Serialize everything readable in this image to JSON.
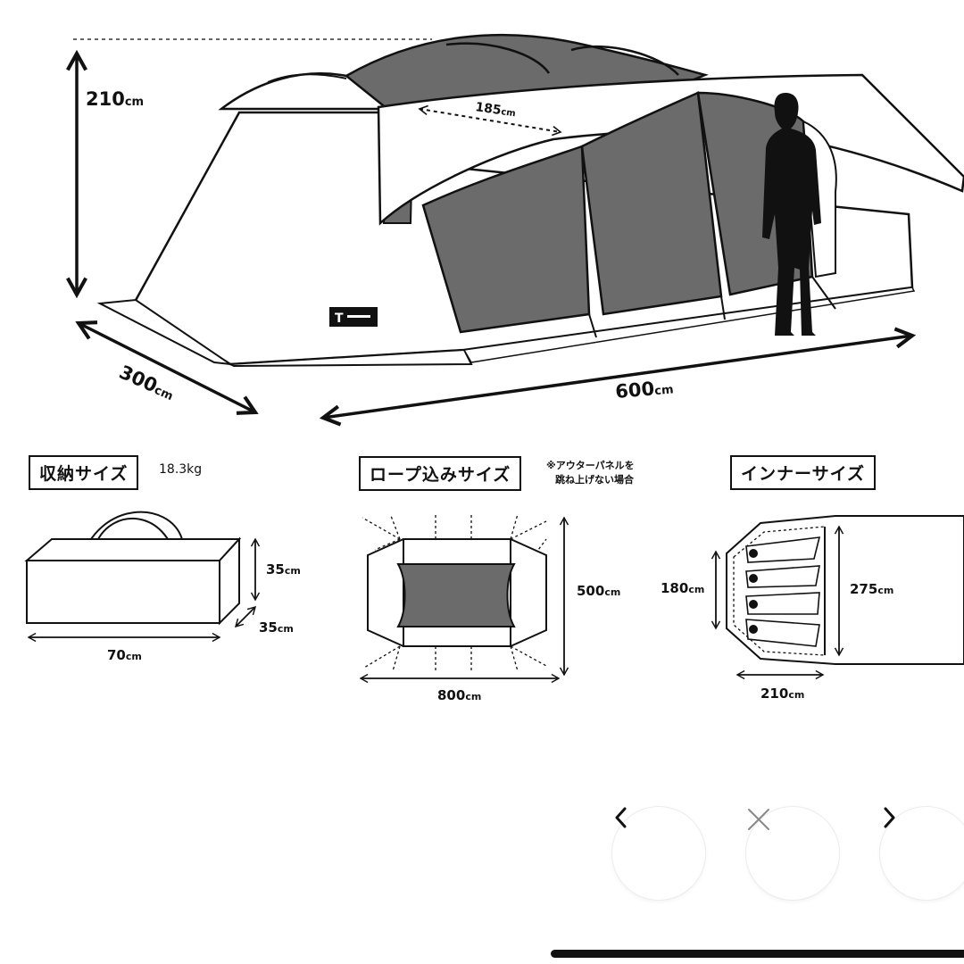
{
  "tent": {
    "height_label": "210",
    "depth_label": "300",
    "length_label": "600",
    "span_label": "185",
    "unit": "cm"
  },
  "storage": {
    "title": "収納サイズ",
    "weight": "18.3kg",
    "height_label": "35",
    "depth_label": "35",
    "width_label": "70",
    "unit": "cm"
  },
  "rope": {
    "title": "ロープ込みサイズ",
    "note_line1": "※アウターパネルを",
    "note_line2": "跳ね上げない場合",
    "depth_label": "500",
    "width_label": "800",
    "unit": "cm"
  },
  "inner": {
    "title": "インナーサイズ",
    "left_label": "180",
    "right_label": "275",
    "bottom_label": "210",
    "unit": "cm"
  },
  "nav": {
    "prev_icon": "chevron-left-icon",
    "close_icon": "close-icon",
    "next_icon": "chevron-right-icon"
  }
}
